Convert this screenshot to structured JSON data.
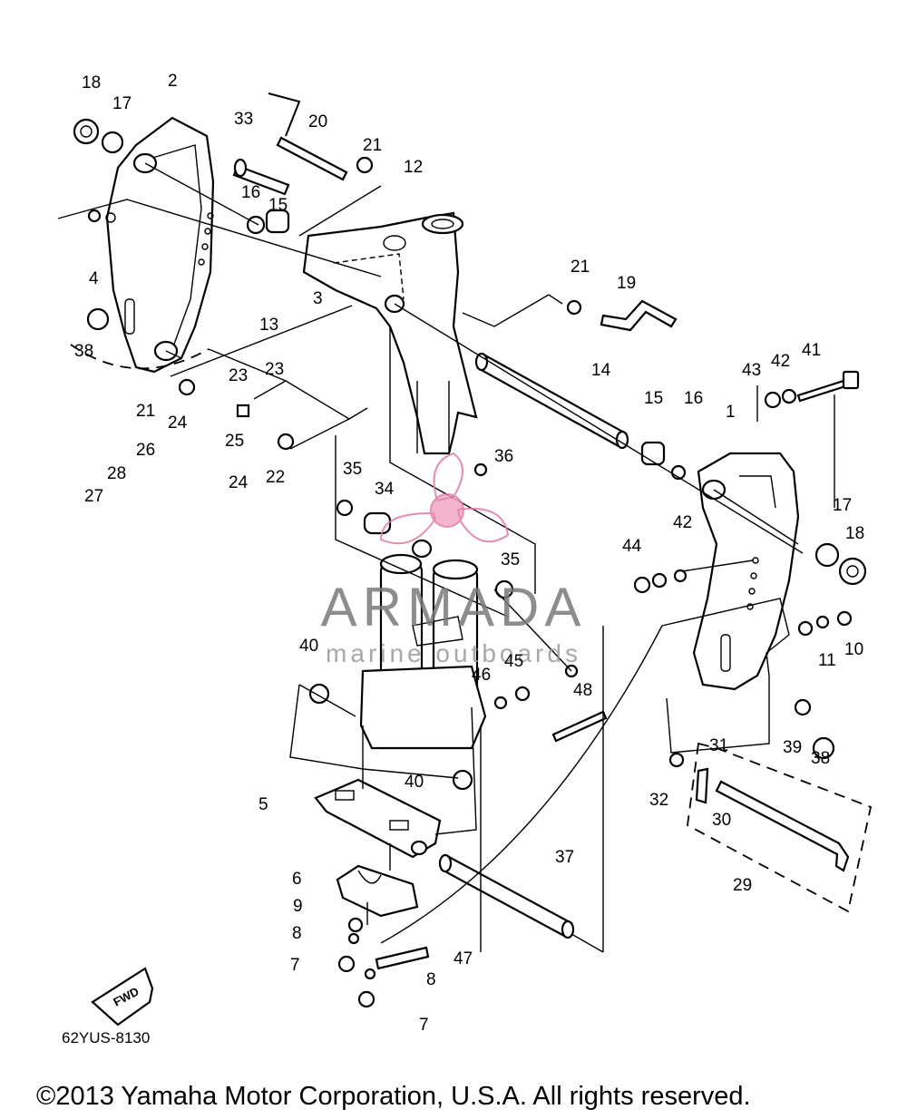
{
  "diagram": {
    "code": "62YUS-8130",
    "copyright": "©2013 Yamaha Motor Corporation, U.S.A. All rights reserved.",
    "fwd_label": "FWD",
    "watermark": {
      "brand": "ARMADA",
      "tagline": "marine outboards"
    },
    "callouts": [
      "1",
      "2",
      "3",
      "4",
      "5",
      "6",
      "7",
      "8",
      "9",
      "10",
      "11",
      "12",
      "13",
      "14",
      "15",
      "16",
      "17",
      "18",
      "19",
      "20",
      "21",
      "22",
      "23",
      "24",
      "25",
      "26",
      "27",
      "28",
      "29",
      "30",
      "31",
      "32",
      "33",
      "34",
      "35",
      "36",
      "37",
      "38",
      "39",
      "40",
      "41",
      "42",
      "43",
      "44",
      "45",
      "46",
      "47",
      "48"
    ]
  }
}
